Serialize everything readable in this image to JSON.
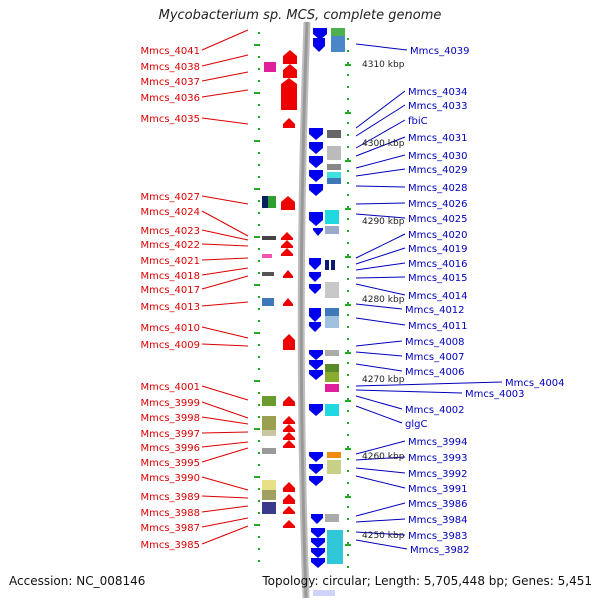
{
  "title": "Mycobacterium sp. MCS, complete genome",
  "accession": "Accession: NC_008146",
  "summary": "Topology: circular; Length: 5,705,448 bp; Genes: 5,451",
  "colors": {
    "left_labels": "#dd0000",
    "right_labels": "#0000bb",
    "forward_genes": "#ee0000",
    "reverse_genes": "#0000ee",
    "backbone": "#999999",
    "ticks": "#22aa22"
  },
  "ruler": [
    {
      "kbp": 4310,
      "label": "4310 kbp"
    },
    {
      "kbp": 4300,
      "label": "4300 kbp"
    },
    {
      "kbp": 4290,
      "label": "4290 kbp"
    },
    {
      "kbp": 4280,
      "label": "4280 kbp"
    },
    {
      "kbp": 4270,
      "label": "4270 kbp"
    },
    {
      "kbp": 4260,
      "label": "4260 kbp"
    },
    {
      "kbp": 4250,
      "label": "4250 kbp"
    }
  ],
  "left_genes": [
    "Mmcs_4041",
    "Mmcs_4038",
    "Mmcs_4037",
    "Mmcs_4036",
    "Mmcs_4035",
    "Mmcs_4027",
    "Mmcs_4024",
    "Mmcs_4023",
    "Mmcs_4022",
    "Mmcs_4021",
    "Mmcs_4018",
    "Mmcs_4017",
    "Mmcs_4013",
    "Mmcs_4010",
    "Mmcs_4009",
    "Mmcs_4001",
    "Mmcs_3999",
    "Mmcs_3998",
    "Mmcs_3997",
    "Mmcs_3996",
    "Mmcs_3995",
    "Mmcs_3990",
    "Mmcs_3989",
    "Mmcs_3988",
    "Mmcs_3987",
    "Mmcs_3985"
  ],
  "right_genes": [
    "Mmcs_4039",
    "Mmcs_4034",
    "Mmcs_4033",
    "fbiC",
    "Mmcs_4031",
    "Mmcs_4030",
    "Mmcs_4029",
    "Mmcs_4028",
    "Mmcs_4026",
    "Mmcs_4025",
    "Mmcs_4020",
    "Mmcs_4019",
    "Mmcs_4016",
    "Mmcs_4015",
    "Mmcs_4014",
    "Mmcs_4012",
    "Mmcs_4011",
    "Mmcs_4008",
    "Mmcs_4007",
    "Mmcs_4006",
    "Mmcs_4004",
    "Mmcs_4003",
    "Mmcs_4002",
    "glgC",
    "Mmcs_3994",
    "Mmcs_3993",
    "Mmcs_3992",
    "Mmcs_3991",
    "Mmcs_3986",
    "Mmcs_3984",
    "Mmcs_3983",
    "Mmcs_3982"
  ]
}
